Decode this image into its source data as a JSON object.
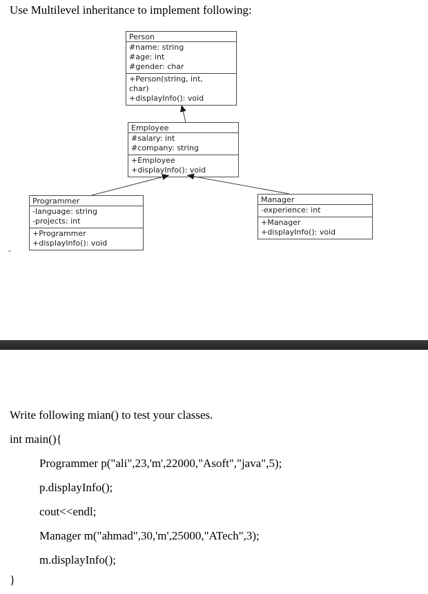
{
  "page": {
    "heading": "Use Multilevel inheritance to implement following:"
  },
  "diagram": {
    "classes": [
      {
        "name": "Person",
        "attributes": [
          "#name: string",
          "#age: int",
          "#gender: char"
        ],
        "methods": [
          "+Person(string, int,",
          "char)",
          "+displayInfo(): void"
        ]
      },
      {
        "name": "Employee",
        "attributes": [
          "#salary: int",
          "#company: string"
        ],
        "methods": [
          "+Employee",
          "+displayInfo(): void"
        ]
      },
      {
        "name": "Programmer",
        "attributes": [
          "-language: string",
          "-projects: int"
        ],
        "methods": [
          "+Programmer",
          "+displayInfo(): void"
        ]
      },
      {
        "name": "Manager",
        "attributes": [
          "-experience: int"
        ],
        "methods": [
          "+Manager",
          "+displayInfo(): void"
        ]
      }
    ],
    "relations": [
      "Employee inherits Person",
      "Programmer inherits Employee",
      "Manager inherits Employee"
    ],
    "colors": {
      "border": "#4b4b4b",
      "text": "#1b1b1b",
      "arrow": "#1a1a1a"
    }
  },
  "divider": {
    "color": "#2e2e2e"
  },
  "code": {
    "intro": "Write following mian() to test your classes.",
    "open": "int main(){",
    "body": [
      "Programmer p(\"ali\",23,'m',22000,\"Asoft\",\"java\",5);",
      "p.displayInfo();",
      "cout<<endl;",
      "Manager m(\"ahmad\",30,'m',25000,\"ATech\",3);",
      "m.displayInfo();"
    ],
    "close": "}"
  }
}
